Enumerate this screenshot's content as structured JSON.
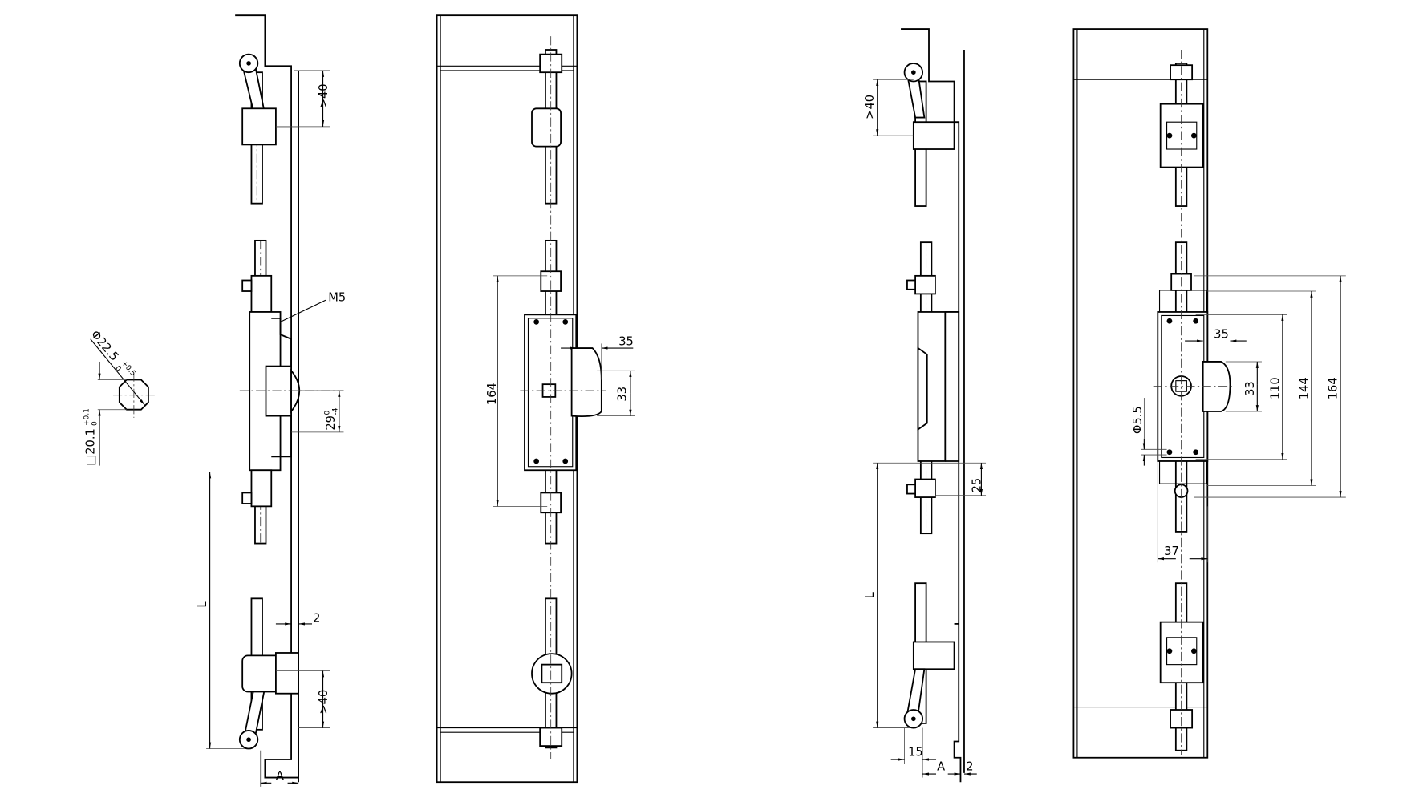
{
  "drawing": {
    "side_view_left": {
      "dim_top": ">40",
      "thread": "M5",
      "dim_handle": "29",
      "dim_handle_tol_upper": "0",
      "dim_handle_tol_lower": "-4",
      "dim_gap": "2",
      "dim_length": "L",
      "dim_bottom": ">40",
      "dim_offset": "A"
    },
    "cam_detail": {
      "diameter": "Φ22.5",
      "diameter_tol_upper": "+0.5",
      "diameter_tol_lower": "0",
      "square": "□20.1",
      "square_tol_upper": "+0.1",
      "square_tol_lower": "0"
    },
    "front_view_left": {
      "dim_height": "164",
      "dim_handle_width": "35",
      "dim_handle_height": "33"
    },
    "side_view_right": {
      "dim_top": ">40",
      "dim_rod": "25",
      "dim_length": "L",
      "dim_cam": "15",
      "dim_offset": "A",
      "dim_gap": "2"
    },
    "front_view_right": {
      "dim_handle_width": "35",
      "dim_handle_height": "33",
      "dim_holes": "110",
      "dim_body": "144",
      "dim_overall": "164",
      "dim_hole_dia": "Φ5.5",
      "dim_width": "37"
    }
  }
}
